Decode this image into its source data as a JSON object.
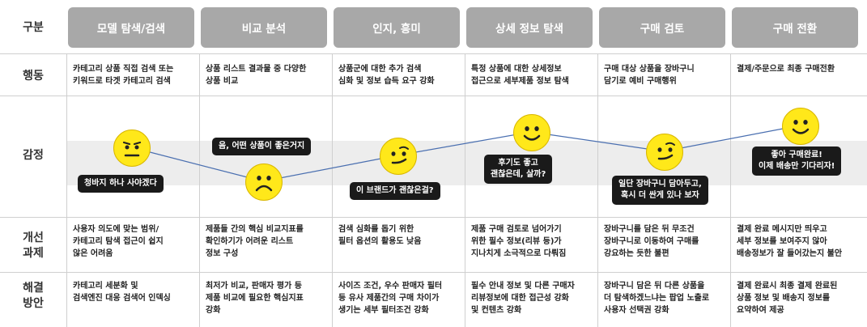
{
  "row_labels": {
    "stage": "구분",
    "action": "행동",
    "emotion": "감정",
    "problem_line1": "개선",
    "problem_line2": "과제",
    "solution_line1": "해결",
    "solution_line2": "방안"
  },
  "stages": [
    {
      "label": "모델 탐색/검색",
      "action": "카테고리 상품 직접 검색 또는\n키워드로 타겟 카테고리 검색",
      "emotion": "청바지 하나 사야겠다",
      "face": "neutral",
      "problem": "사용자 의도에 맞는 범위/\n카테고리 탐색 접근이 쉽지\n않은 어려움",
      "solution": "카테고리 세분화 및\n검색엔진 대응 검색어 인덱싱"
    },
    {
      "label": "비교 분석",
      "action": "상품 리스트 결과물 중 다양한\n상품 비교",
      "emotion": "음, 어떤 상품이 좋은거지",
      "face": "sad",
      "problem": "제품들 간의 핵심 비교지표를\n확인하기가 어려운 리스트\n정보 구성",
      "solution": "최저가 비교, 판매자 평가 등\n제품 비교에 필요한 핵심지표\n강화"
    },
    {
      "label": "인지, 흥미",
      "action": "상품군에 대한 추가 검색\n심화 및 정보 습득 요구 강화",
      "emotion": "이 브랜드가 괜찮은걸?",
      "face": "smirk",
      "problem": "검색 심화를 돕기 위한\n필터 옵션의 활용도 낮음",
      "solution": "사이즈 조건, 우수 판매자 필터\n등 유사 제품간의 구매 차이가\n생기는 세부 필터조건 강화"
    },
    {
      "label": "상세 정보 탐색",
      "action": "특정 상품에 대한 상세정보\n접근으로 세부제품 정보 탐색",
      "emotion": "후기도 좋고\n괜찮은데, 살까?",
      "face": "happy",
      "problem": "제품 구매 검토로 넘어가기\n위한 필수 정보(리뷰 등)가\n지나치게 소극적으로 다뤄짐",
      "solution": "필수 안내 정보 및 다른 구매자\n리뷰정보에 대한 접근성 강화\n및 컨텐츠 강화"
    },
    {
      "label": "구매 검토",
      "action": "구매 대상 상품을 장바구니\n담기로 예비 구매행위",
      "emotion": "일단 장바구니 담아두고,\n혹시 더 싼게 있나 보자",
      "face": "smirk",
      "problem": "장바구니를 담은 뒤 무조건\n장바구니로 이동하여 구매를\n강요하는 듯한 불편",
      "solution": "장바구니 담은 뒤 다른 상품을\n더 탐색하겠느냐는 팝업 노출로\n사용자 선택권 강화"
    },
    {
      "label": "구매 전환",
      "action": "결제/주문으로 최종 구매전환",
      "emotion": "좋아 구매완료!\n이제 배송만 기다리자!",
      "face": "happy",
      "problem": "결제 완료 메시지만 띄우고\n세부 정보를 보여주지 않아\n배송정보가 잘 들어갔는지 불안",
      "solution": "결제 완료시 최종 결제 완료된\n상품 정보 및 배송지 정보를\n요약하여 제공"
    }
  ],
  "colors": {
    "stage_bg": "#a8a8a8",
    "face": "#ffe81a",
    "line": "#4a6fb0",
    "bubble": "#1a1a1a"
  }
}
